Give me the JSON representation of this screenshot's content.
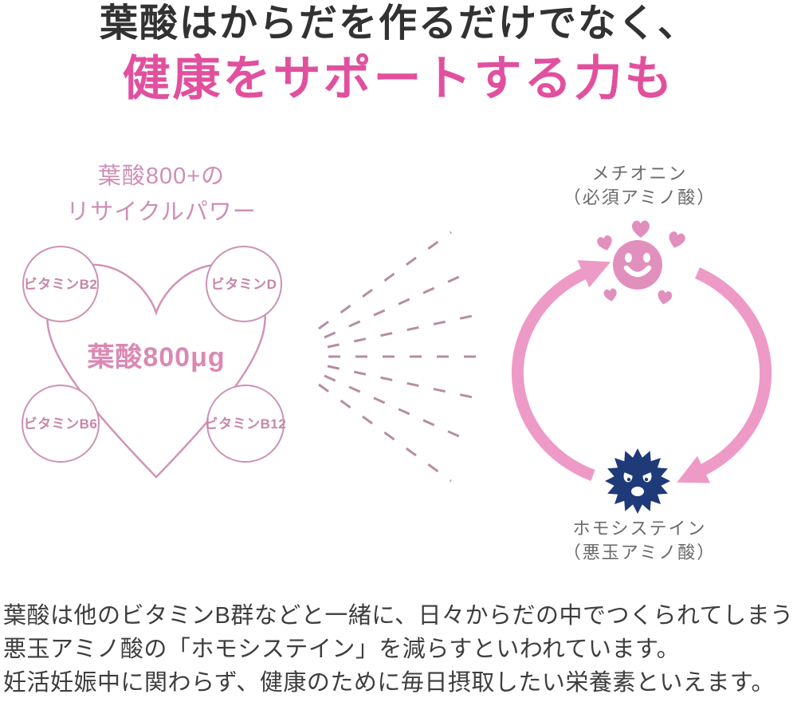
{
  "header": {
    "line1": "葉酸はからだを作るだけでなく、",
    "line2": "健康をサポートする力も"
  },
  "recycle": {
    "title_line1": "葉酸800+の",
    "title_line2": "リサイクルパワー",
    "center_label": "葉酸800μg",
    "vitamins": [
      {
        "label": "ビタミンB2"
      },
      {
        "label": "ビタミンD"
      },
      {
        "label": "ビタミンB6"
      },
      {
        "label": "ビタミンB12"
      }
    ]
  },
  "cycle": {
    "good": {
      "name": "メチオニン",
      "type": "（必須アミノ酸）"
    },
    "bad": {
      "name": "ホモシステイン",
      "type": "（悪玉アミノ酸）"
    }
  },
  "footer": {
    "line1": "葉酸は他のビタミンB群などと一緒に、日々からだの中でつくられてしまう",
    "line2": "悪玉アミノ酸の「ホモシステイン」を減らすといわれています。",
    "line3": "妊活妊娠中に関わらず、健康のために毎日摂取したい栄養素といえます。"
  },
  "icons": {
    "good_face": "smiley-face",
    "bad_face": "spiky-angry-face",
    "cycle_arrows": "circular-arrows",
    "hearts": "heart",
    "heart_outline": "heart-outline"
  },
  "colors": {
    "heading_dark": "#323232",
    "heading_pink": "#e1509e",
    "diagram_text_pink": "#cf8fb5",
    "circle_stroke_pink": "#cc93b3",
    "center_label_pink": "#da89b3",
    "arc_pink": "#ee9ac6",
    "face_pink": "#e190be",
    "bad_navy": "#1e3a78",
    "label_gray": "#6a6a6a",
    "body_text": "#3d3d3d",
    "ray_mauve": "#b68da4"
  }
}
